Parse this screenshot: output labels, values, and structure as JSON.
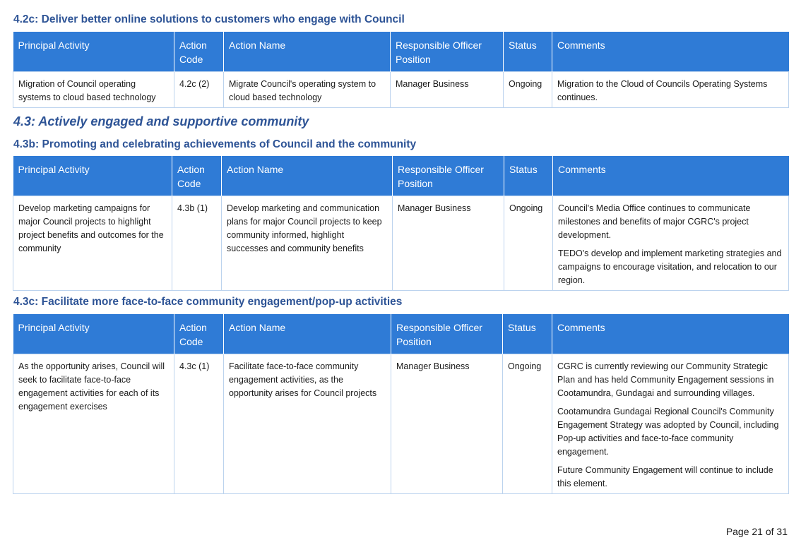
{
  "sections": {
    "s42c": {
      "heading": "4.2c: Deliver better online solutions to customers who engage with Council",
      "headers": [
        "Principal Activity",
        "Action Code",
        "Action Name",
        "Responsible Officer Position",
        "Status",
        "Comments"
      ],
      "row": {
        "activity": "Migration of Council operating systems to cloud based technology",
        "code": "4.2c (2)",
        "name": "Migrate Council's operating system to cloud based technology",
        "officer": "Manager Business",
        "status": "Ongoing",
        "comments": [
          "Migration to the Cloud of Councils Operating Systems continues."
        ]
      }
    },
    "s43": {
      "heading": "4.3: Actively engaged and supportive community"
    },
    "s43b": {
      "heading": "4.3b: Promoting and celebrating achievements of Council and the community",
      "headers": [
        "Principal Activity",
        "Action Code",
        "Action Name",
        "Responsible Officer Position",
        "Status",
        "Comments"
      ],
      "row": {
        "activity": "Develop marketing campaigns for major Council projects to highlight project benefits and outcomes for the community",
        "code": "4.3b (1)",
        "name": "Develop marketing and communication plans for major Council projects to keep community informed, highlight successes and community benefits",
        "officer": "Manager Business",
        "status": "Ongoing",
        "comments": [
          "Council's Media Office continues to communicate milestones and benefits of major CGRC's project development.",
          "TEDO's develop and implement marketing strategies and campaigns to encourage visitation, and relocation to our region."
        ]
      }
    },
    "s43c": {
      "heading": "4.3c: Facilitate more face-to-face community engagement/pop-up activities",
      "headers": [
        "Principal Activity",
        "Action Code",
        "Action Name",
        "Responsible Officer Position",
        "Status",
        "Comments"
      ],
      "row": {
        "activity": "As the opportunity arises, Council will seek to facilitate face-to-face engagement activities for each of its engagement exercises",
        "code": "4.3c (1)",
        "name": "Facilitate face-to-face community engagement activities, as the opportunity arises for Council projects",
        "officer": "Manager Business",
        "status": "Ongoing",
        "comments": [
          "CGRC is currently reviewing our Community Strategic Plan and has held Community Engagement sessions in Cootamundra, Gundagai and surrounding villages.",
          "Cootamundra Gundagai Regional Council's Community Engagement Strategy was adopted by Council, including Pop-up activities and face-to-face community engagement.",
          "Future Community Engagement will continue to include this element."
        ]
      }
    }
  },
  "footer": {
    "page": "Page 21 of 31"
  },
  "colors": {
    "heading": "#2e5496",
    "header_bg": "#2f7bd6",
    "grid": "#bcd3ee"
  }
}
